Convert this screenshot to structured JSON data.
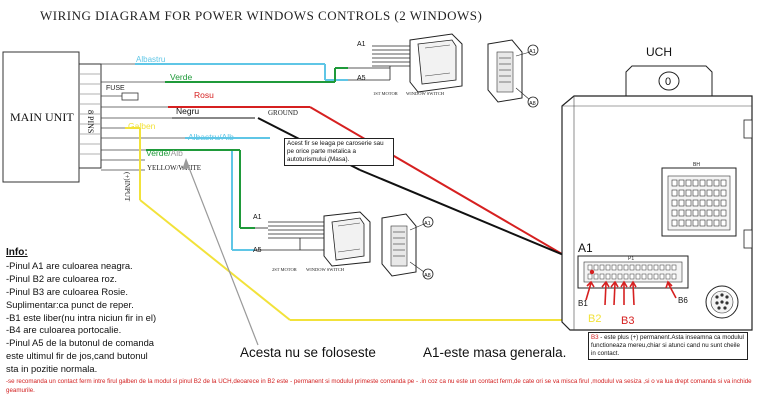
{
  "title": "WIRING DIAGRAM FOR POWER WINDOWS CONTROLS (2 WINDOWS)",
  "main_unit": {
    "label": "MAIN UNIT",
    "pins_label": "8 PINS"
  },
  "uch_label": "UCH",
  "uch_key": "0",
  "connector_label": "BH",
  "fuse_label": "FUSE",
  "input_label": "(+)INPUT",
  "wires": {
    "albastru": "Albastru",
    "verde": "Verde",
    "rosu": "Rosu",
    "negru": "Negru",
    "ground": "GROUND",
    "galben": "Galben",
    "albastru_alb": "Albastru/Alb",
    "verde_alb_green": "Verde/",
    "verde_alb_gray": "Alb",
    "yellow_white": "YELLOW/WHITE"
  },
  "switch_top": {
    "a1": "A1",
    "a5": "A5",
    "motor": "1ST MOTOR",
    "switch": "WINDOW SWITCH",
    "connector_a1": "A1",
    "connector_a8": "A8"
  },
  "switch_bottom": {
    "a1": "A1",
    "a5": "A5",
    "motor": "2ST MOTOR",
    "switch": "WINDOW SWITCH",
    "connector_a1": "A1",
    "connector_a8": "A8"
  },
  "pins": {
    "a1": "A1",
    "b1": "B1",
    "b2": "B2",
    "b3": "B3",
    "b6": "B6",
    "p1": "P1"
  },
  "note_ground": "Acest fir se leaga pe caroserie sau pe orice parte metalica a autoturismului.(Masa).",
  "note_b3": {
    "b3_prefix": "B3",
    "text": " - este plus (+) permanent.Asta inseamna ca modulul functioneaza mereu,chiar si atunci cand nu sunt cheile in contact."
  },
  "info": {
    "header": "Info:",
    "lines": [
      "-Pinul A1 are culoarea neagra.",
      "-Pinul B2 are culoarea roz.",
      "-Pinul B3 are culoarea Rosie.",
      " Suplimentar:ca punct de reper.",
      "-B1 este liber(nu intra niciun fir in el)",
      "-B4 are culoarea portocalie.",
      "-Pinul A5 de la butonul de comanda",
      "este ultimul fir de jos,cand butonul",
      "sta in pozitie normala."
    ]
  },
  "acesta_label": "Acesta nu se foloseste",
  "masa_label": "A1-este masa generala.",
  "footer": "-se recomanda un contact ferm intre firul galben de la modul si pinul B2 de la UCH,deoarece in B2 este - permanent si modulul primeste comanda pe - .in coz ca nu este un contact ferm,de cate ori se va misca firul ,modulul va sesiza ,si o va lua drept comanda si va inchide geamurile.",
  "colors": {
    "blue": "#5fc6e6",
    "green": "#1f9a3a",
    "red": "#d62020",
    "yellow": "#f2e23a",
    "black": "#111111",
    "gray": "#9a9a9a"
  }
}
